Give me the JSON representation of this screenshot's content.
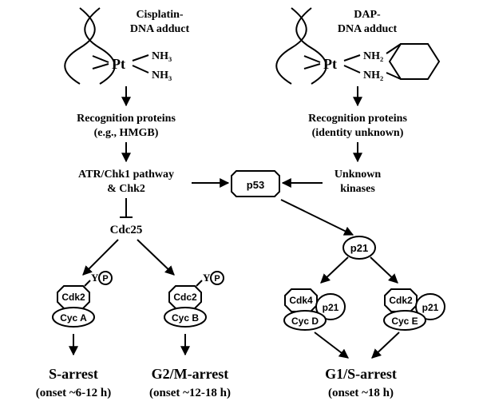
{
  "left_adduct": {
    "title_line1": "Cisplatin-",
    "title_line2": "DNA adduct",
    "pt": "Pt",
    "nh3_top": "NH₃",
    "nh3_bottom": "NH₃"
  },
  "right_adduct": {
    "title_line1": "DAP-",
    "title_line2": "DNA adduct",
    "pt": "Pt",
    "nh2_top": "NH₂",
    "nh2_bottom": "NH₂"
  },
  "left_recognition": {
    "line1": "Recognition proteins",
    "line2": "(e.g., HMGB)"
  },
  "right_recognition": {
    "line1": "Recognition proteins",
    "line2": "(identity unknown)"
  },
  "atr": {
    "line1": "ATR/Chk1 pathway",
    "line2": "& Chk2"
  },
  "kinases": {
    "line1": "Unknown",
    "line2": "kinases"
  },
  "p53": "p53",
  "cdc25": "Cdc25",
  "p21_node": "p21",
  "complexes": {
    "cdk2_cycA": {
      "cdk": "Cdk2",
      "cyc": "Cyc A",
      "y": "Y",
      "p": "P"
    },
    "cdc2_cycB": {
      "cdk": "Cdc2",
      "cyc": "Cyc B",
      "y": "Y",
      "p": "P"
    },
    "cdk4_cycD": {
      "cdk": "Cdk4",
      "cyc": "Cyc D",
      "p21": "p21"
    },
    "cdk2_cycE": {
      "cdk": "Cdk2",
      "cyc": "Cyc E",
      "p21": "p21"
    }
  },
  "outcomes": {
    "s_arrest": {
      "line1": "S-arrest",
      "line2": "(onset ~6-12 h)"
    },
    "g2m_arrest": {
      "line1": "G2/M-arrest",
      "line2": "(onset ~12-18 h)"
    },
    "g1s_arrest": {
      "line1": "G1/S-arrest",
      "line2": "(onset ~18 h)"
    }
  }
}
